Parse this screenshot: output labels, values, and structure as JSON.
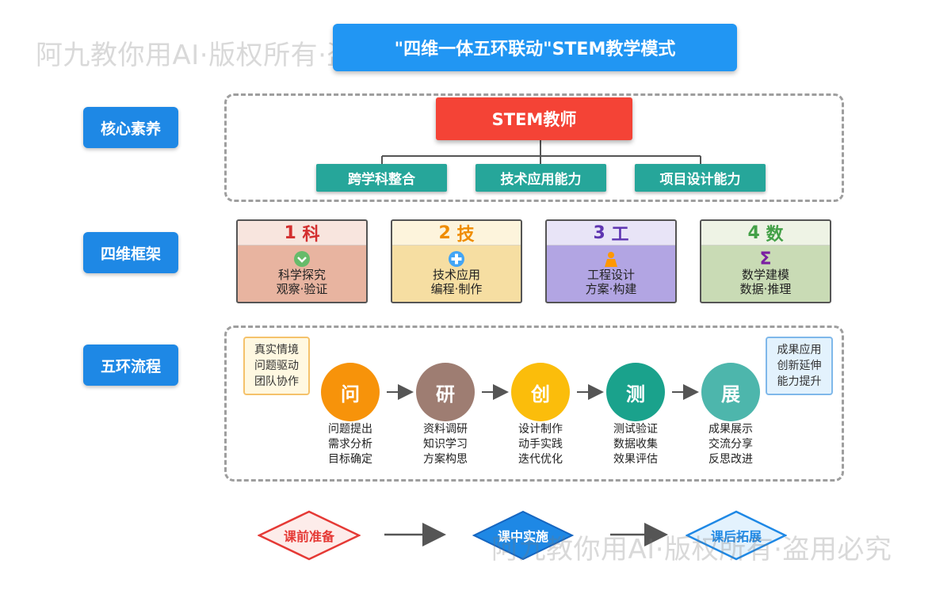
{
  "watermark": "阿九教你用AI·版权所有·盗用必究",
  "title": "\"四维一体五环联动\"STEM教学模式",
  "sections": {
    "core": "核心素养",
    "four": "四维框架",
    "five": "五环流程"
  },
  "teacher": "STEM教师",
  "abilities": [
    "跨学科整合",
    "技术应用能力",
    "项目设计能力"
  ],
  "dimensions": [
    {
      "num": "1",
      "name": "科",
      "lines": [
        "科学探究",
        "观察·验证"
      ],
      "icon": "chevron-down-circle-icon",
      "color": "#d32f2f",
      "head_bg": "#f8e5de",
      "body_bg": "#e8b4a0"
    },
    {
      "num": "2",
      "name": "技",
      "lines": [
        "技术应用",
        "编程·制作"
      ],
      "icon": "plus-circle-icon",
      "color": "#ef8c00",
      "head_bg": "#fdf4dc",
      "body_bg": "#f6dea2"
    },
    {
      "num": "3",
      "name": "工",
      "lines": [
        "工程设计",
        "方案·构建"
      ],
      "icon": "person-icon",
      "color": "#5e35b1",
      "head_bg": "#e8e4f7",
      "body_bg": "#b2a5e3"
    },
    {
      "num": "4",
      "name": "数",
      "lines": [
        "数学建模",
        "数据·推理"
      ],
      "icon": "sigma-icon",
      "sigma": "Σ",
      "color": "#43a047",
      "head_bg": "#eef3e5",
      "body_bg": "#c9dbb5"
    }
  ],
  "pre_note": [
    "真实情境",
    "问题驱动",
    "团队协作"
  ],
  "post_note": [
    "成果应用",
    "创新延伸",
    "能力提升"
  ],
  "rings": [
    {
      "char": "问",
      "color": "#f7930a",
      "desc": [
        "问题提出",
        "需求分析",
        "目标确定"
      ]
    },
    {
      "char": "研",
      "color": "#9e7d72",
      "desc": [
        "资料调研",
        "知识学习",
        "方案构思"
      ]
    },
    {
      "char": "创",
      "color": "#fbbd0b",
      "desc": [
        "设计制作",
        "动手实践",
        "迭代优化"
      ]
    },
    {
      "char": "测",
      "color": "#1aa28c",
      "desc": [
        "测试验证",
        "数据收集",
        "效果评估"
      ]
    },
    {
      "char": "展",
      "color": "#4db6ac",
      "desc": [
        "成果展示",
        "交流分享",
        "反思改进"
      ]
    }
  ],
  "phases": [
    {
      "label": "课前准备",
      "color": "#e53935"
    },
    {
      "label": "课中实施",
      "color": "#1e88e5"
    },
    {
      "label": "课后拓展",
      "color": "#1e88e5"
    }
  ]
}
